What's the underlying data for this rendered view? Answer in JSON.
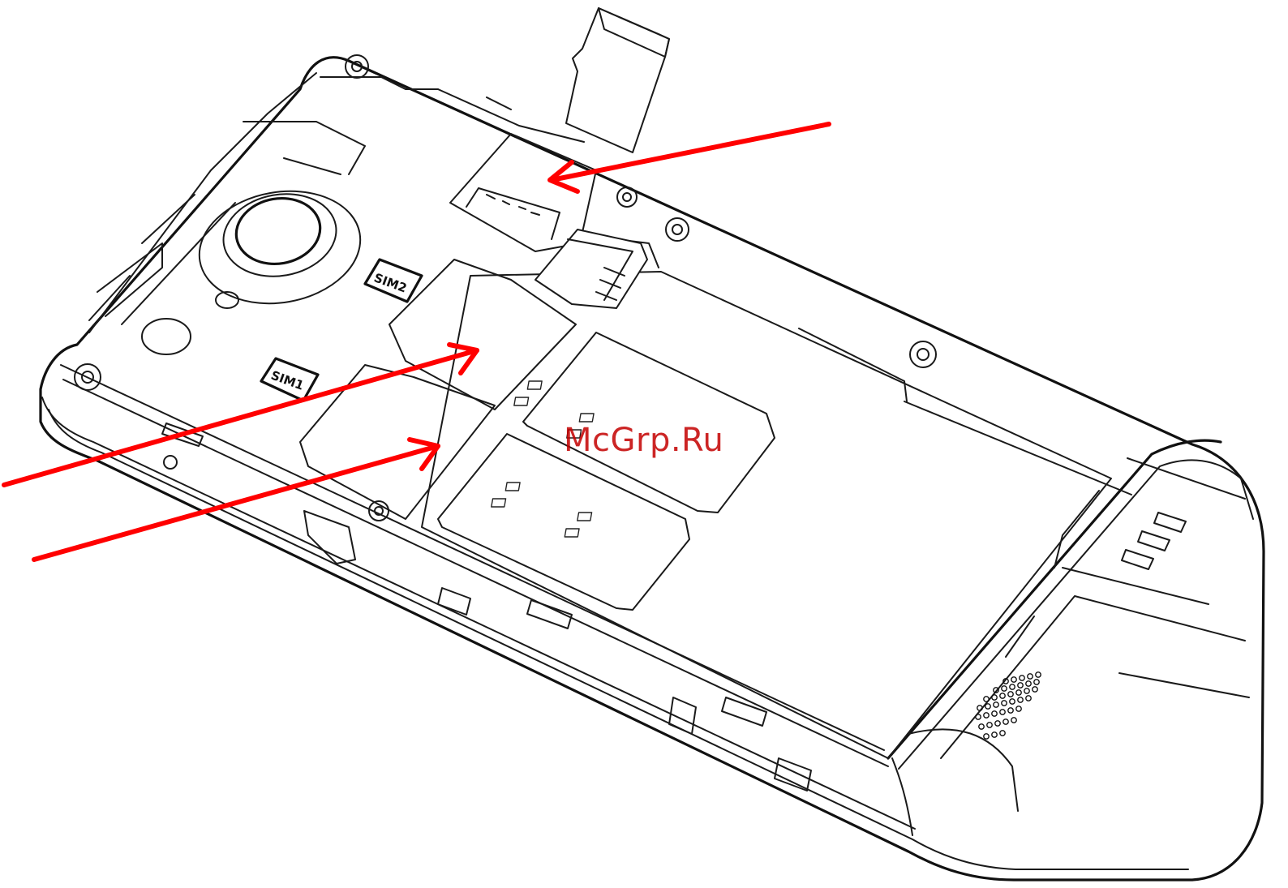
{
  "figure": {
    "sim_labels": [
      "SIM2",
      "SIM1"
    ],
    "watermark": "McGrp.Ru",
    "arrow_color": "#ff0000",
    "line_color": "#1a1a1a",
    "background": "#ffffff"
  }
}
